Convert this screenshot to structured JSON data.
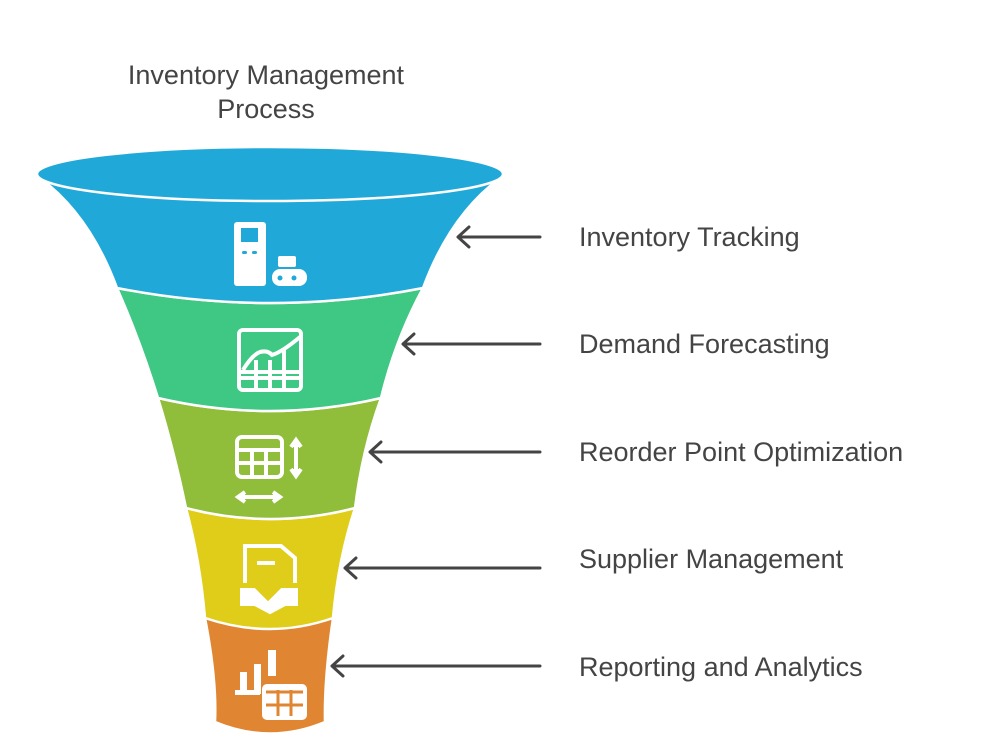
{
  "title": {
    "line1": "Inventory Management",
    "line2": "Process"
  },
  "stages": [
    {
      "label": "Inventory Tracking",
      "color": "#20a9d8",
      "icon": "kiosk-conveyor-icon"
    },
    {
      "label": "Demand Forecasting",
      "color": "#3fc784",
      "icon": "chart-grid-icon"
    },
    {
      "label": "Reorder Point Optimization",
      "color": "#90bd3a",
      "icon": "table-resize-icon"
    },
    {
      "label": "Supplier Management",
      "color": "#e0cd19",
      "icon": "contract-handshake-icon"
    },
    {
      "label": "Reporting and Analytics",
      "color": "#e08632",
      "icon": "bar-chart-table-icon"
    }
  ],
  "arrow_color": "#444444"
}
